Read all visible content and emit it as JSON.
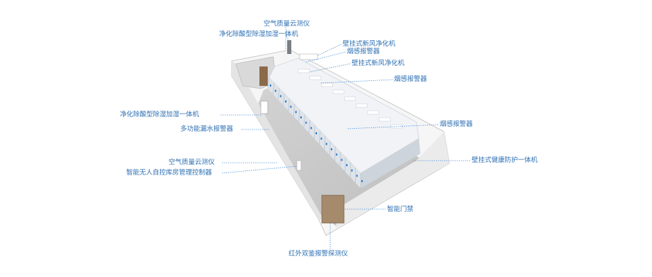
{
  "labels": [
    {
      "key": "air_top",
      "text": "空气质量云测仪"
    },
    {
      "key": "dehum_top",
      "text": "净化除酸型除湿加湿一体机"
    },
    {
      "key": "fresh_1",
      "text": "壁挂式新风净化机"
    },
    {
      "key": "smoke_1",
      "text": "烟感报警器"
    },
    {
      "key": "fresh_2",
      "text": "壁挂式新风净化机"
    },
    {
      "key": "smoke_2",
      "text": "烟感报警器"
    },
    {
      "key": "dehum_left",
      "text": "净化除酸型除湿加湿一体机"
    },
    {
      "key": "leak",
      "text": "多功能漏水报警器"
    },
    {
      "key": "smoke_3",
      "text": "烟感报警器"
    },
    {
      "key": "health",
      "text": "壁挂式健康防护一体机"
    },
    {
      "key": "air_left",
      "text": "空气质量云测仪"
    },
    {
      "key": "controller",
      "text": "智能无人自控库房管理控制器"
    },
    {
      "key": "door",
      "text": "智能门禁"
    },
    {
      "key": "infrared",
      "text": "红外双鉴报警探测仪"
    }
  ],
  "colors": {
    "label": "#2d6fb3",
    "leader": "#4a90d9",
    "floor": "#cfcfcf",
    "wall": "#f4f4f4",
    "shelf": "#eef1f4",
    "shelf_side": "#d6dce3",
    "accent": "#2d7ac8"
  }
}
